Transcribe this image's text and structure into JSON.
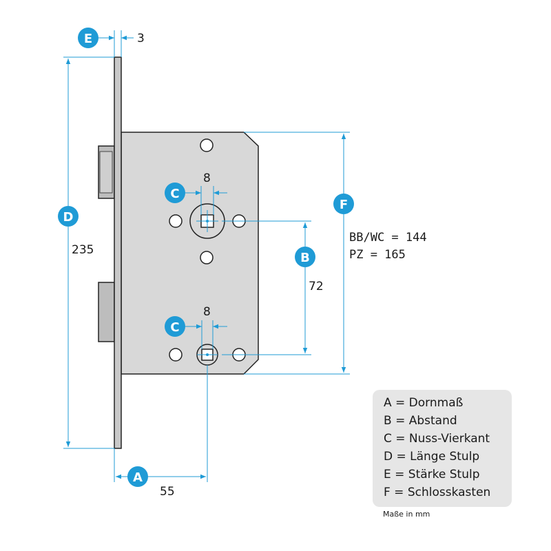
{
  "dimensions": {
    "e_value": "3",
    "d_value": "235",
    "c1_value": "8",
    "c2_value": "8",
    "b_value": "72",
    "a_value": "55",
    "f_line1": "BB/WC = 144",
    "f_line2": "PZ = 165"
  },
  "badges": {
    "a": "A",
    "b": "B",
    "c": "C",
    "d": "D",
    "e": "E",
    "f": "F"
  },
  "legend": {
    "items": [
      "A = Dornmaß",
      "B = Abstand",
      "C = Nuss-Vierkant",
      "D = Länge Stulp",
      "E = Stärke Stulp",
      "F = Schlosskasten"
    ]
  },
  "units_note": "Maße in mm",
  "colors": {
    "dimension": "#1f9bd6",
    "lock_body": "#d8d8d8",
    "faceplate": "#c8c8c8",
    "legend_bg": "#e6e6e6"
  }
}
